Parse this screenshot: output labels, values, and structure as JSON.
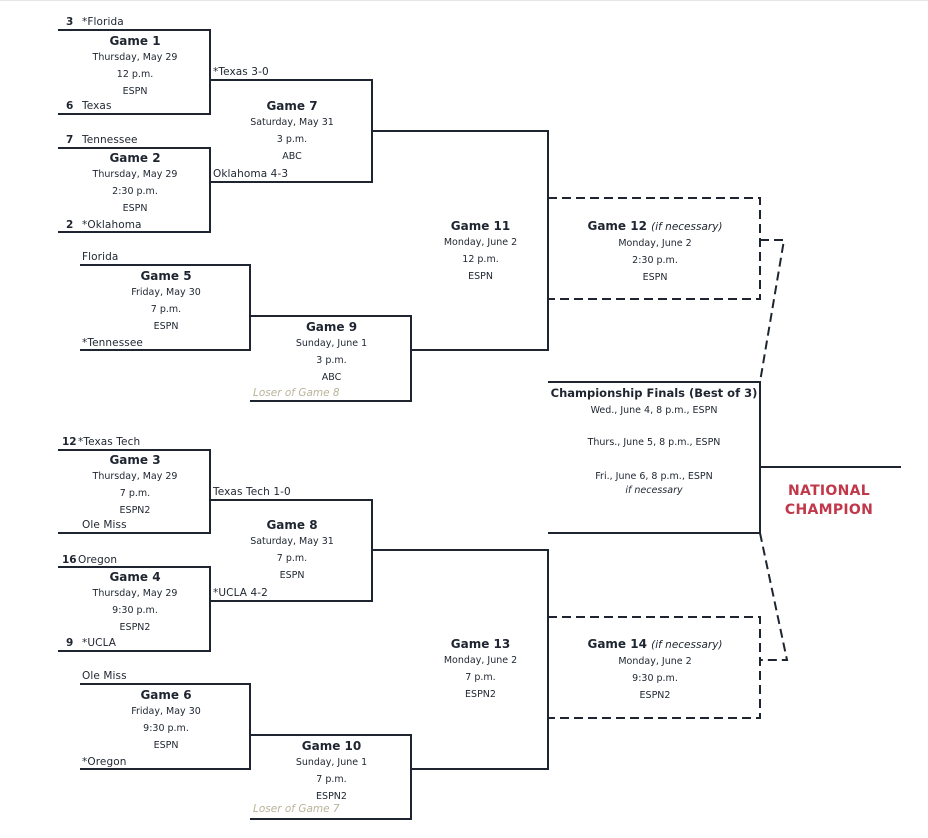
{
  "colors": {
    "line": "#1e2530",
    "champion": "#c0384a",
    "loser_text": "#b8b49a"
  },
  "round1": [
    {
      "game": "Game 1",
      "date": "Thursday, May 29",
      "time": "12 p.m.",
      "network": "ESPN",
      "top": {
        "seed": "3",
        "team": "*Florida"
      },
      "bottom": {
        "seed": "6",
        "team": "Texas"
      }
    },
    {
      "game": "Game 2",
      "date": "Thursday, May 29",
      "time": "2:30 p.m.",
      "network": "ESPN",
      "top": {
        "seed": "7",
        "team": "Tennessee"
      },
      "bottom": {
        "seed": "2",
        "team": "*Oklahoma"
      }
    },
    {
      "game": "Game 3",
      "date": "Thursday, May 29",
      "time": "7 p.m.",
      "network": "ESPN2",
      "top": {
        "seed": "12",
        "team": "*Texas Tech"
      },
      "bottom": {
        "seed": "",
        "team": "Ole Miss"
      }
    },
    {
      "game": "Game 4",
      "date": "Thursday, May 29",
      "time": "9:30 p.m.",
      "network": "ESPN2",
      "top": {
        "seed": "16",
        "team": "Oregon"
      },
      "bottom": {
        "seed": "9",
        "team": "*UCLA"
      }
    }
  ],
  "round2_winners": [
    {
      "game": "Game 7",
      "date": "Saturday, May 31",
      "time": "3 p.m.",
      "network": "ABC",
      "top_result": "*Texas 3-0",
      "bottom_result": "Oklahoma 4-3"
    },
    {
      "game": "Game 8",
      "date": "Saturday, May 31",
      "time": "7 p.m.",
      "network": "ESPN",
      "top_result": "Texas Tech 1-0",
      "bottom_result": "*UCLA 4-2"
    }
  ],
  "elimination": [
    {
      "game": "Game 5",
      "date": "Friday, May 30",
      "time": "7 p.m.",
      "network": "ESPN",
      "top_team": "Florida",
      "bottom_team": "*Tennessee"
    },
    {
      "game": "Game 6",
      "date": "Friday, May 30",
      "time": "9:30 p.m.",
      "network": "ESPN",
      "top_team": "Ole Miss",
      "bottom_team": "*Oregon"
    }
  ],
  "elimination2": [
    {
      "game": "Game 9",
      "date": "Sunday, June 1",
      "time": "3 p.m.",
      "network": "ABC",
      "loser_label": "Loser of Game 8"
    },
    {
      "game": "Game 10",
      "date": "Sunday, June 1",
      "time": "7 p.m.",
      "network": "ESPN2",
      "loser_label": "Loser of Game 7"
    }
  ],
  "semis": [
    {
      "game": "Game 11",
      "date": "Monday, June 2",
      "time": "12 p.m.",
      "network": "ESPN"
    },
    {
      "game": "Game 13",
      "date": "Monday, June 2",
      "time": "7 p.m.",
      "network": "ESPN2"
    }
  ],
  "ifnec": [
    {
      "game": "Game 12",
      "note": "(if necessary)",
      "date": "Monday, June 2",
      "time": "2:30 p.m.",
      "network": "ESPN"
    },
    {
      "game": "Game 14",
      "note": "(if necessary)",
      "date": "Monday, June 2",
      "time": "9:30 p.m.",
      "network": "ESPN2"
    }
  ],
  "finals": {
    "title": "Championship Finals (Best of 3)",
    "game1": "Wed., June 4, 8 p.m., ESPN",
    "game2": "Thurs., June 5, 8 p.m., ESPN",
    "game3": "Fri., June 6, 8 p.m., ESPN",
    "game3_note": "if necessary"
  },
  "champion": {
    "line1": "NATIONAL",
    "line2": "CHAMPION"
  }
}
